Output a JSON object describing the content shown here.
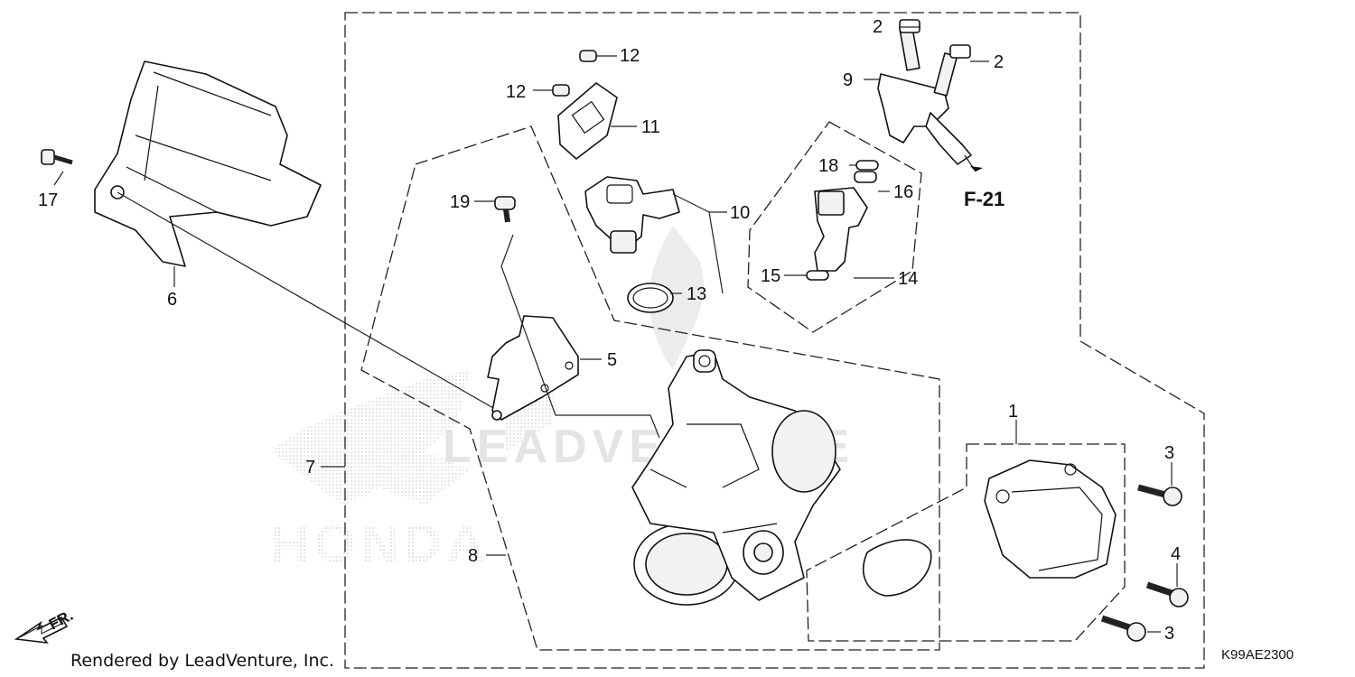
{
  "callouts": {
    "c1": "1",
    "c2a": "2",
    "c2b": "2",
    "c3a": "3",
    "c3b": "3",
    "c4": "4",
    "c5": "5",
    "c6": "6",
    "c7": "7",
    "c8": "8",
    "c9": "9",
    "c10": "10",
    "c11": "11",
    "c12a": "12",
    "c12b": "12",
    "c13": "13",
    "c14": "14",
    "c15": "15",
    "c16": "16",
    "c17": "17",
    "c18": "18",
    "c19": "19"
  },
  "reference": "F-21",
  "front_marker": "FR.",
  "footer": {
    "credit": "Rendered by LeadVenture, Inc.",
    "diagram_code": "K99AE2300"
  },
  "watermark": {
    "brand": "HONDA",
    "company": "LEADVENTURE"
  }
}
